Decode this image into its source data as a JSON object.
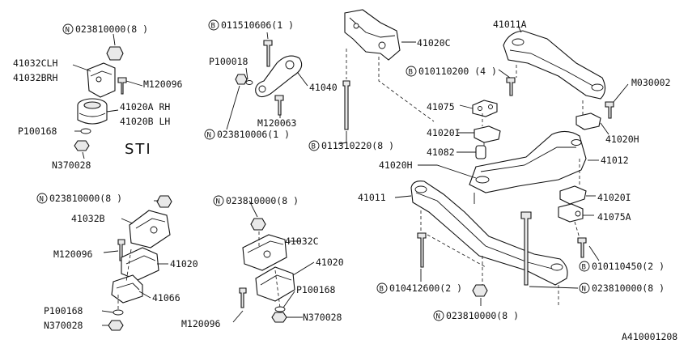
{
  "prefixes": {
    "n": "N",
    "b": "B"
  },
  "labels": {
    "l01": "023810000(8 )",
    "l02": "41032CLH",
    "l03": "41032BRH",
    "l04": "M120096",
    "l05": "41020A RH",
    "l06": "41020B LH",
    "l07": "P100168",
    "sti": "STI",
    "l08": "N370028",
    "l09": "011510606(1 )",
    "l10": "P100018",
    "l11": "41040",
    "l12": "M120063",
    "l13": "023810006(1 )",
    "l14": "41020C",
    "l15": "011310220(8 )",
    "l16": "010110200 (4 )",
    "l17": "41011A",
    "l18": "M030002",
    "l19": "41020H",
    "l20": "41075",
    "l21": "41020I",
    "l22": "41082",
    "l23": "41020H",
    "l24": "41012",
    "l25": "41020I",
    "l26": "41075A",
    "l27": "41011",
    "l28": "010110450(2 )",
    "l29": "023810000(8 )",
    "l30": "010412600(2 )",
    "l31": "023810000(8 )",
    "l32": "023810000(8 )",
    "l33": "41032B",
    "l34": "M120096",
    "l35": "41020",
    "l36": "41066",
    "l37": "P100168",
    "l38": "N370028",
    "l39": "023810000(8 )",
    "l40": "41032C",
    "l41": "41020",
    "l42": "P100168",
    "l43": "N370028",
    "l44": "M120096"
  },
  "drawing_id": "A410001208"
}
